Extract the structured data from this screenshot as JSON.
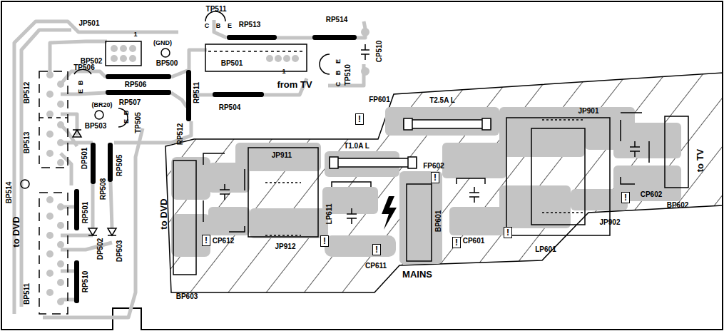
{
  "diagram": {
    "nodes": [
      {
        "text": [
          "!"
        ]
      },
      {
        "text": [
          "!"
        ]
      },
      {
        "text": [
          "!"
        ]
      },
      {
        "text": [
          "!"
        ]
      },
      {
        "text": [
          "!"
        ]
      },
      {
        "text": [
          "!"
        ]
      },
      {
        "text": [
          "!"
        ]
      },
      {
        "text": [
          "!"
        ]
      }
    ],
    "labels": [
      "JP501",
      "1",
      "(GND)",
      "BP500",
      "BP502",
      "TP511",
      "C",
      "B",
      "E",
      "RP513",
      "RP514",
      "CP510",
      "BP501",
      "1",
      "from TV",
      "TP510",
      "C",
      "B",
      "E",
      "TP506",
      "B",
      "E",
      "BP512",
      "RP506",
      "(BR20)",
      "RP507",
      "RP504",
      "RP511",
      "BP503",
      "TP505",
      "B",
      "E",
      "RP512",
      "BP513",
      "DP501",
      "RP505",
      "RP508",
      "BP514",
      "to DVD",
      "RP501",
      "DP502",
      "DP503",
      "RP510",
      "BP511",
      "FP601",
      "T2.5A L",
      "JP901",
      "T1.0A L",
      "FP602",
      "JP911",
      "to DVD",
      "CP612",
      "BP603",
      "JP912",
      "LP611",
      "CP611",
      "BP601",
      "MAINS",
      "CP601",
      "LP601",
      "JP902",
      "CP602",
      "BP602",
      "to TV"
    ]
  }
}
